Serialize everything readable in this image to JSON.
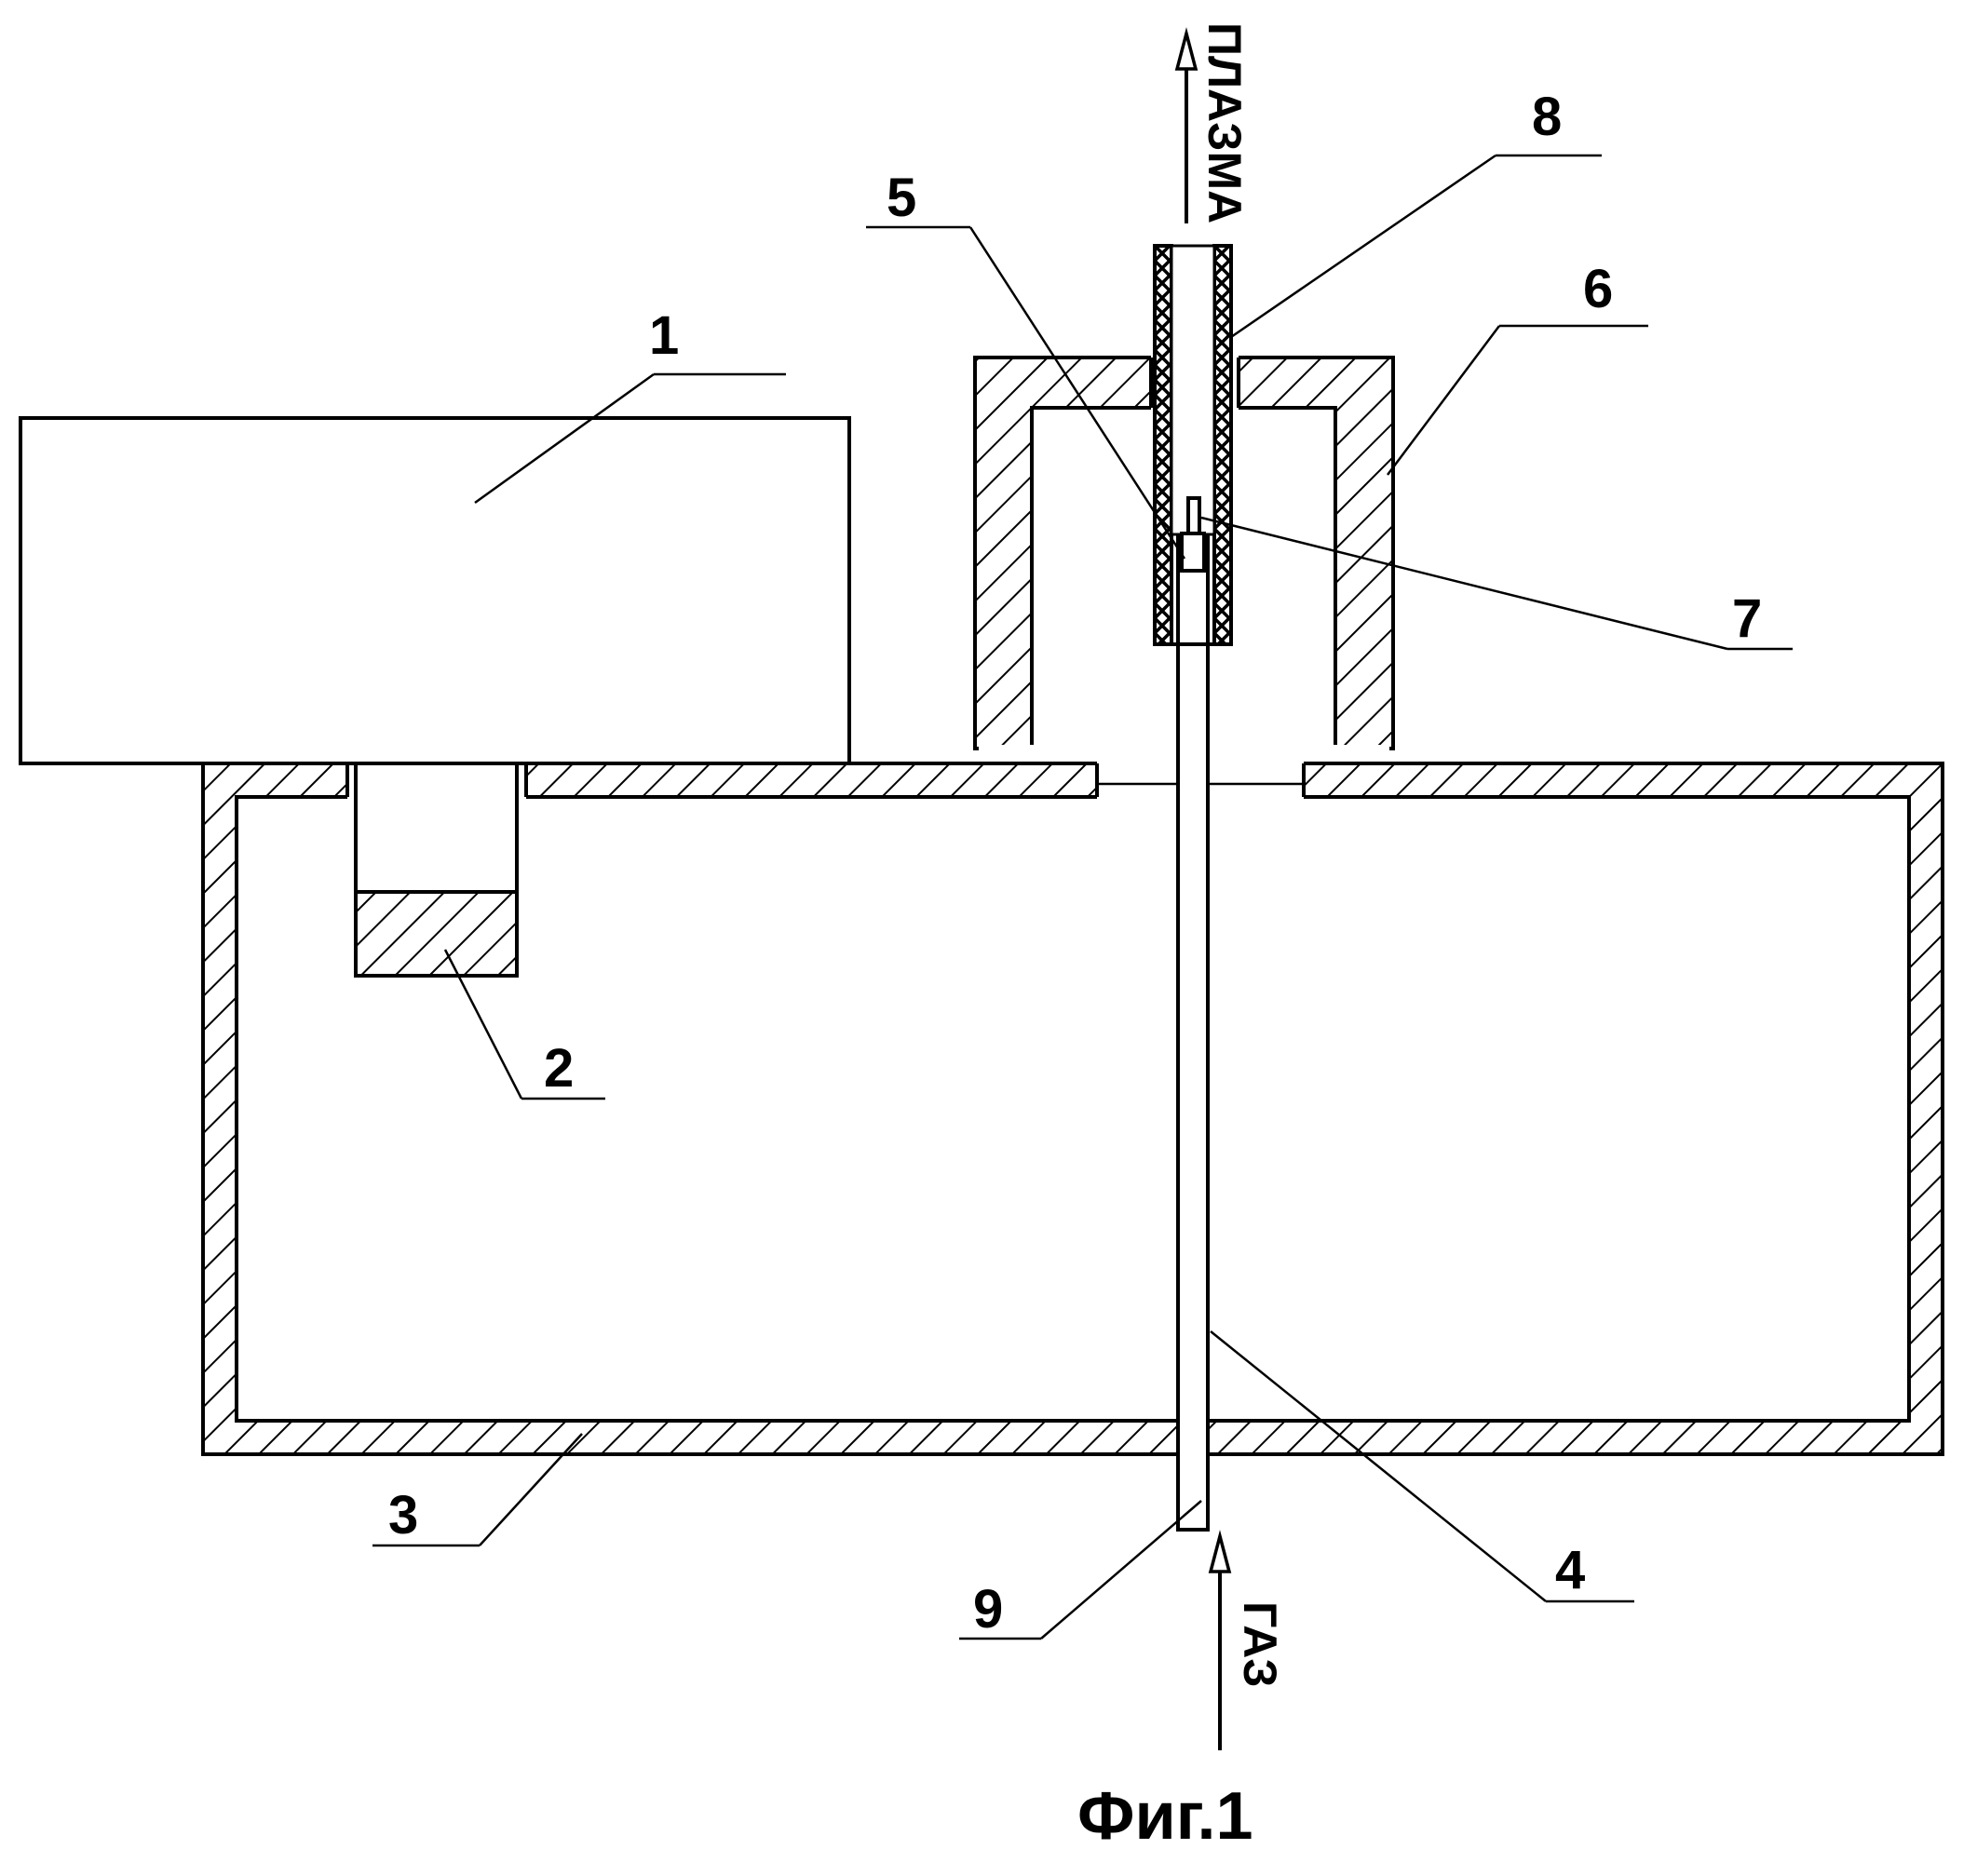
{
  "labels": {
    "n1": "1",
    "n2": "2",
    "n3": "3",
    "n4": "4",
    "n5": "5",
    "n6": "6",
    "n7": "7",
    "n8": "8",
    "n9": "9"
  },
  "flow": {
    "plasma": "ПЛАЗМА",
    "gas": "ГАЗ"
  },
  "caption": "Фиг.1"
}
